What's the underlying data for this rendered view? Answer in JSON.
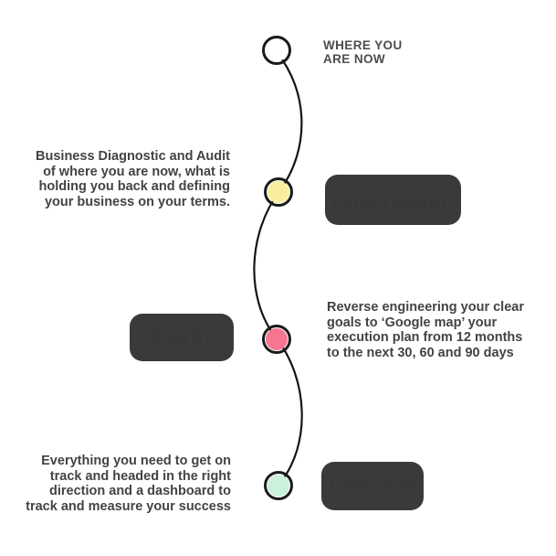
{
  "canvas": {
    "background": "#ffffff"
  },
  "colors": {
    "ink": "#3a3a3a",
    "connector_line": "#151515",
    "body_text": "#434343",
    "start_label_text": "#4d4d4d"
  },
  "timeline": {
    "start": {
      "label": "WHERE YOU\nARE NOW",
      "node_color": "#ffffff"
    },
    "steps": [
      {
        "label": "Understand",
        "box_color": "#faf1a2",
        "node_color": "#f8ee9e",
        "description": "Business Diagnostic and Audit\nof where you are now, what is\nholding you back and defining\nyour business on your terms."
      },
      {
        "label": "Clarity",
        "box_color": "#f7718b",
        "node_color": "#f7758f",
        "description": "Reverse engineering your clear\ngoals to ‘Google map’ your\nexecution plan from 12 months\nto the next 30, 60 and 90 days"
      },
      {
        "label": "Direction",
        "box_color": "#cdf4e0",
        "node_color": "#c9f1dc",
        "description": "Everything you need to get on\ntrack and headed in the right\ndirection and a dashboard to\ntrack and measure your success"
      }
    ]
  }
}
